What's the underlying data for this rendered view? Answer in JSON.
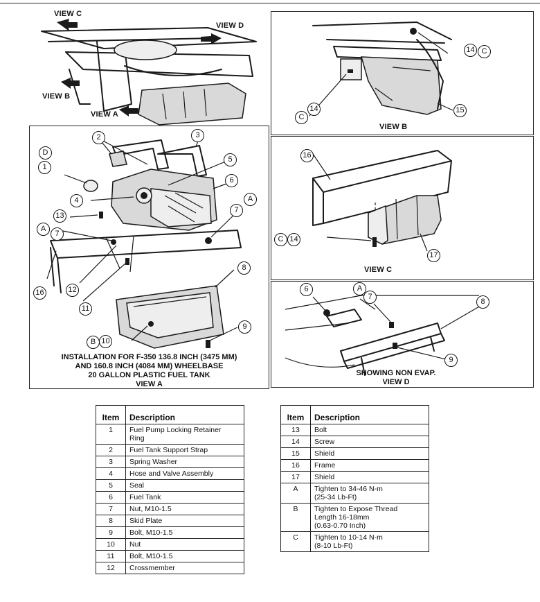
{
  "labels": {
    "view_c": "VIEW C",
    "view_d": "VIEW D",
    "view_b_top": "VIEW B",
    "view_a_top": "VIEW A",
    "view_b": "VIEW B",
    "view_c_panel": "VIEW C",
    "view_d_caption": [
      "SHOWING NON EVAP.",
      "VIEW D"
    ],
    "view_a_caption": [
      "INSTALLATION FOR F-350 136.8 INCH (3475 MM)",
      "AND 160.8 INCH (4084 MM) WHEELBASE",
      "20 GALLON PLASTIC FUEL TANK",
      "VIEW A"
    ]
  },
  "callouts": {
    "a1": "1",
    "a2": "2",
    "a3": "3",
    "a4": "4",
    "a5": "5",
    "a6": "6",
    "a7l": "7",
    "a7r": "7",
    "a8": "8",
    "a9": "9",
    "a10": "10",
    "a11": "11",
    "a12": "12",
    "a13": "13",
    "a16": "16",
    "aD": "D",
    "aAl": "A",
    "aAr": "A",
    "aB": "B",
    "b14t": "14",
    "bCt": "C",
    "b14l": "14",
    "bCl": "C",
    "b15": "15",
    "c16": "16",
    "cC": "C",
    "c14": "14",
    "c17": "17",
    "d6": "6",
    "dA": "A",
    "d7": "7",
    "d8": "8",
    "d9": "9"
  },
  "table_left": {
    "headers": [
      "Item",
      "Description"
    ],
    "rows": [
      {
        "item": "1",
        "desc": [
          "Fuel Pump Locking Retainer",
          "Ring"
        ]
      },
      {
        "item": "2",
        "desc": [
          "Fuel Tank Support Strap"
        ]
      },
      {
        "item": "3",
        "desc": [
          "Spring Washer"
        ]
      },
      {
        "item": "4",
        "desc": [
          "Hose and Valve Assembly"
        ]
      },
      {
        "item": "5",
        "desc": [
          "Seal"
        ]
      },
      {
        "item": "6",
        "desc": [
          "Fuel Tank"
        ]
      },
      {
        "item": "7",
        "desc": [
          "Nut, M10-1.5"
        ]
      },
      {
        "item": "8",
        "desc": [
          "Skid Plate"
        ]
      },
      {
        "item": "9",
        "desc": [
          "Bolt, M10-1.5"
        ]
      },
      {
        "item": "10",
        "desc": [
          "Nut"
        ]
      },
      {
        "item": "11",
        "desc": [
          "Bolt, M10-1.5"
        ]
      },
      {
        "item": "12",
        "desc": [
          "Crossmember"
        ]
      }
    ]
  },
  "table_right": {
    "headers": [
      "Item",
      "Description"
    ],
    "rows": [
      {
        "item": "13",
        "desc": [
          "Bolt"
        ]
      },
      {
        "item": "14",
        "desc": [
          "Screw"
        ]
      },
      {
        "item": "15",
        "desc": [
          "Shield"
        ]
      },
      {
        "item": "16",
        "desc": [
          "Frame"
        ]
      },
      {
        "item": "17",
        "desc": [
          "Shield"
        ]
      },
      {
        "item": "A",
        "desc": [
          "Tighten to 34-46 N-m",
          "(25-34 Lb-Ft)"
        ]
      },
      {
        "item": "B",
        "desc": [
          "Tighten to Expose Thread",
          "Length 16-18mm",
          "(0.63-0.70 Inch)"
        ]
      },
      {
        "item": "C",
        "desc": [
          "Tighten to 10-14 N-m",
          "(8-10 Lb-Ft)"
        ]
      }
    ]
  }
}
